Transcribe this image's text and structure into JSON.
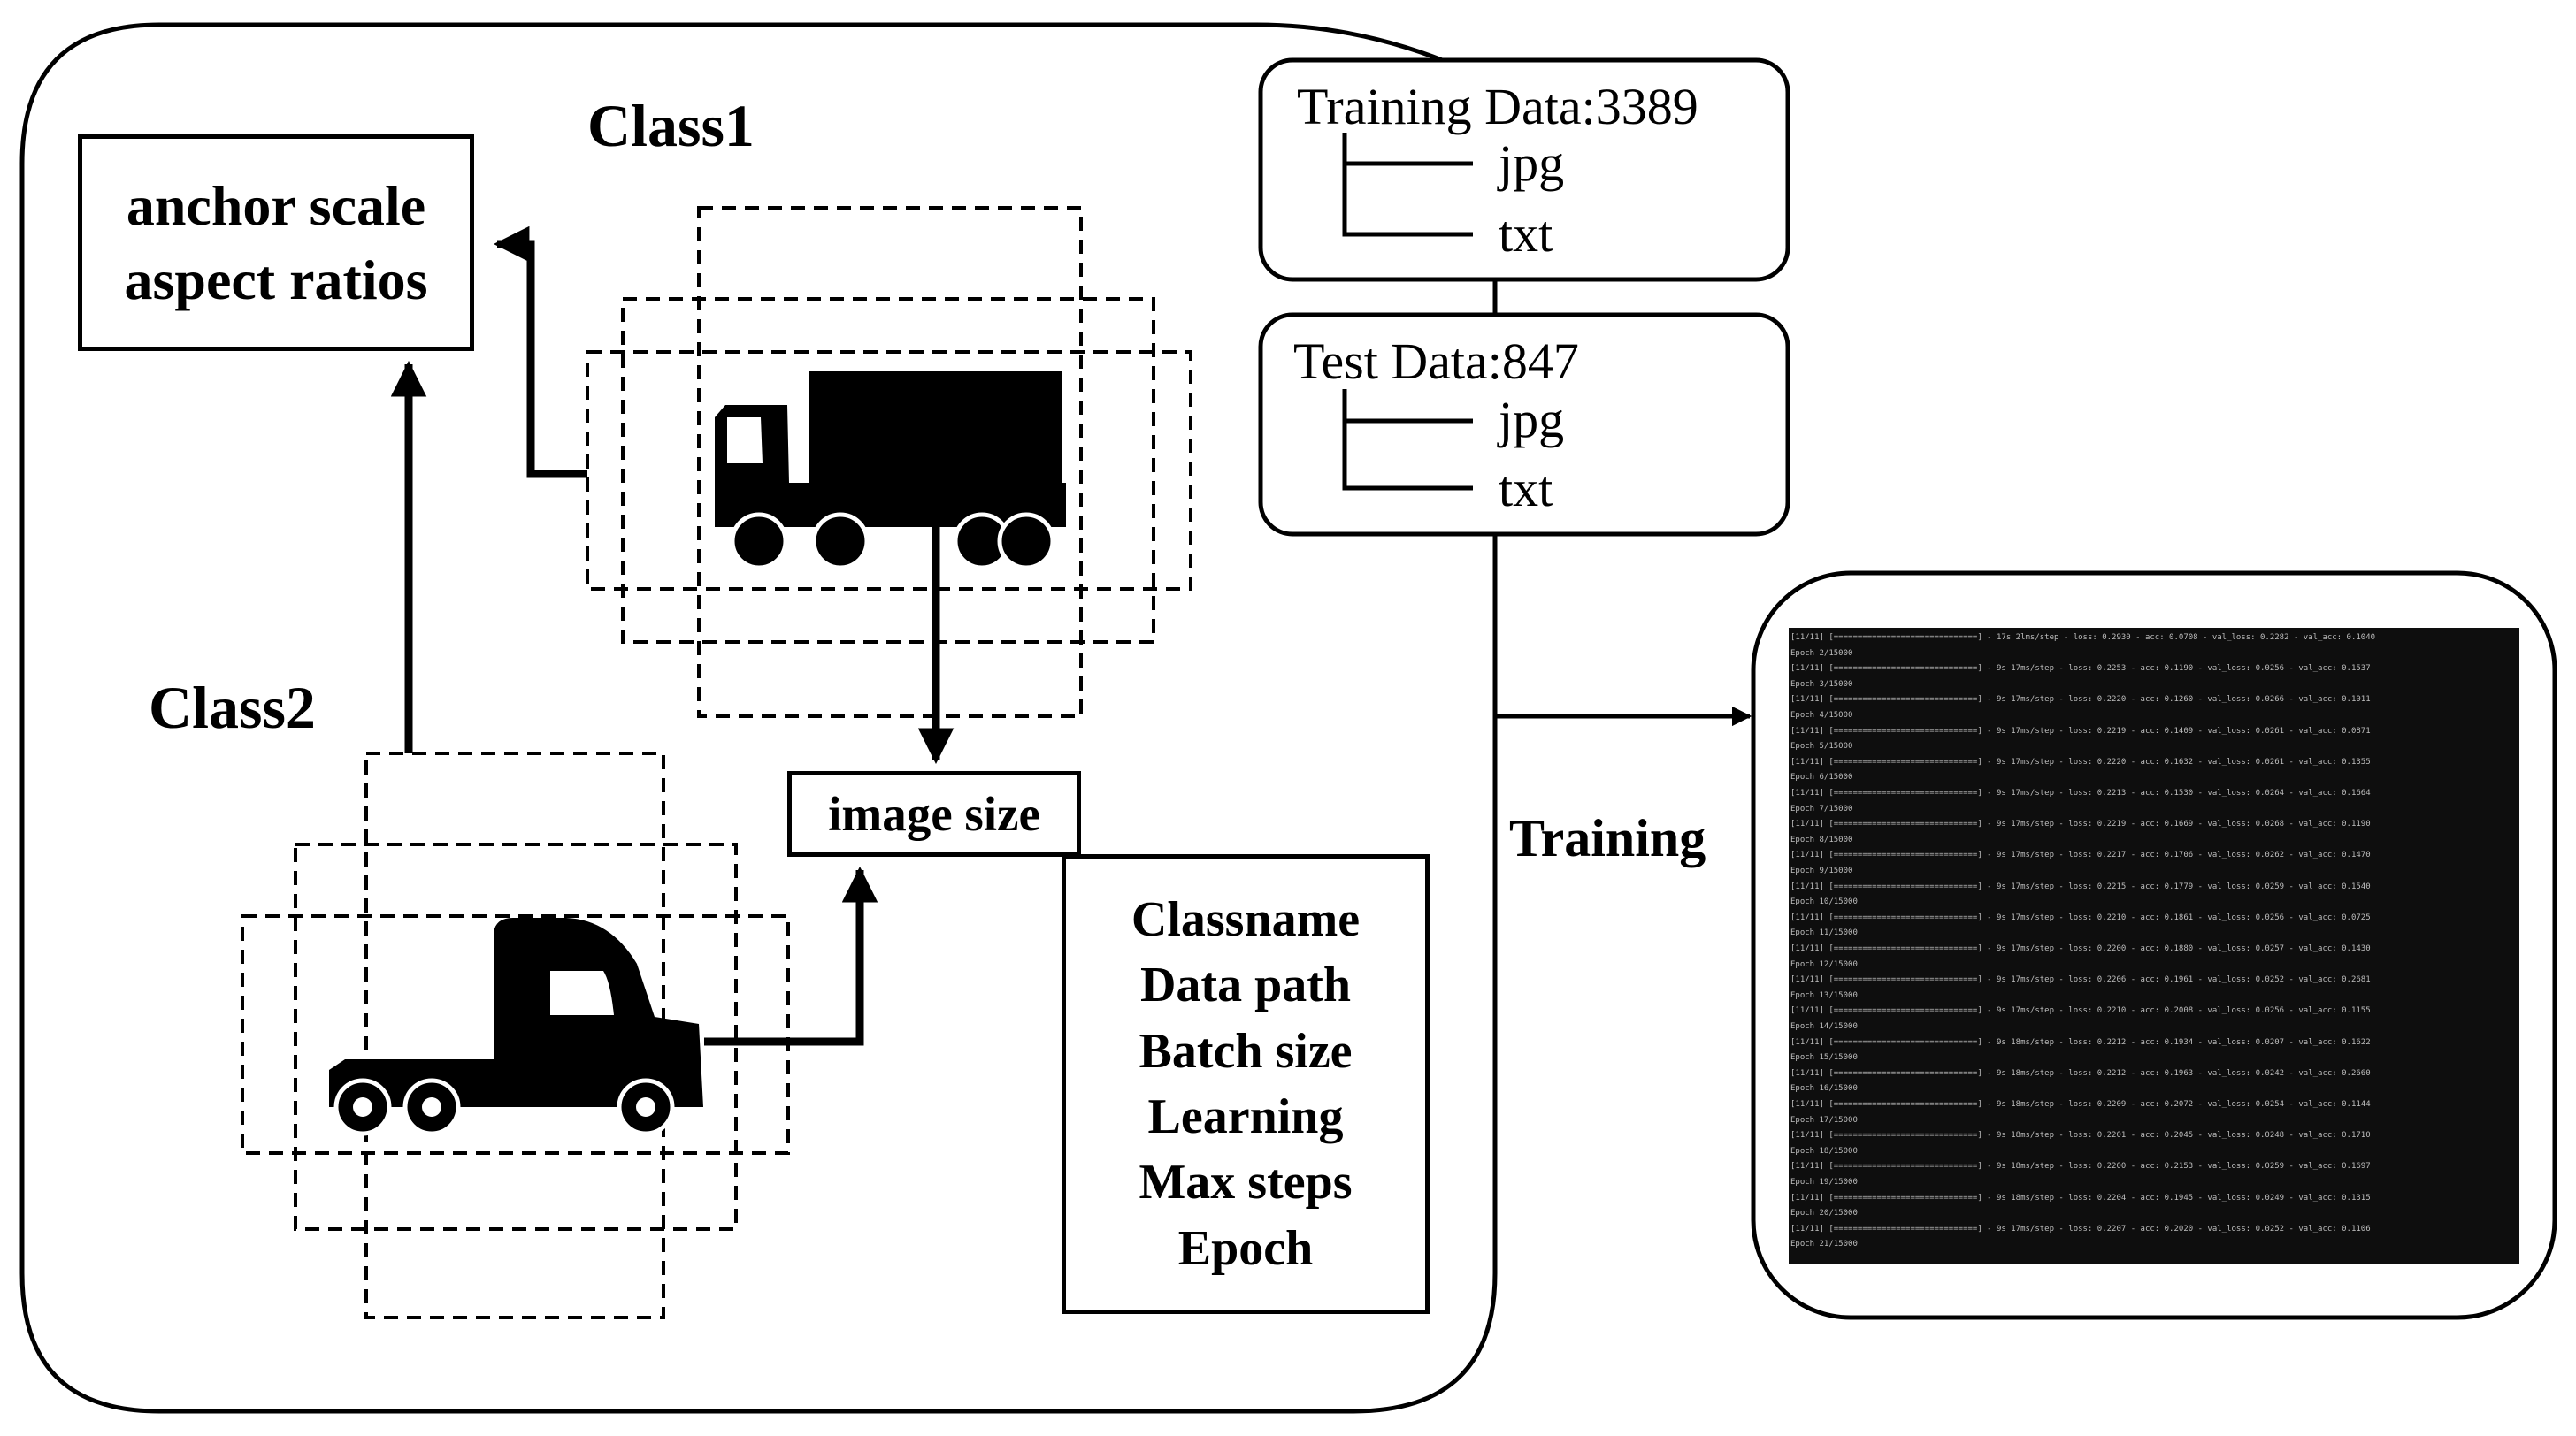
{
  "class1": "Class1",
  "class2": "Class2",
  "anchor_box": {
    "line1": "anchor scale",
    "line2": "aspect ratios"
  },
  "image_size": "image size",
  "params": [
    "Classname",
    "Data path",
    "Batch size",
    "Learning",
    "Max steps",
    "Epoch"
  ],
  "training_data": {
    "title": "Training Data:3389",
    "files": [
      "jpg",
      "txt"
    ]
  },
  "test_data": {
    "title": "Test Data:847",
    "files": [
      "jpg",
      "txt"
    ]
  },
  "training_label": "Training",
  "terminal_lines": [
    "[11/11] [==============================] - 17s 2lms/step - loss: 0.2930 - acc: 0.0708 - val_loss: 0.2282 - val_acc: 0.1040",
    "Epoch 2/15000",
    "[11/11] [==============================] - 9s 17ms/step - loss: 0.2253 - acc: 0.1190 - val_loss: 0.0256 - val_acc: 0.1537",
    "Epoch 3/15000",
    "[11/11] [==============================] - 9s 17ms/step - loss: 0.2220 - acc: 0.1260 - val_loss: 0.0266 - val_acc: 0.1011",
    "Epoch 4/15000",
    "[11/11] [==============================] - 9s 17ms/step - loss: 0.2219 - acc: 0.1409 - val_loss: 0.0261 - val_acc: 0.0871",
    "Epoch 5/15000",
    "[11/11] [==============================] - 9s 17ms/step - loss: 0.2220 - acc: 0.1632 - val_loss: 0.0261 - val_acc: 0.1355",
    "Epoch 6/15000",
    "[11/11] [==============================] - 9s 17ms/step - loss: 0.2213 - acc: 0.1530 - val_loss: 0.0264 - val_acc: 0.1664",
    "Epoch 7/15000",
    "[11/11] [==============================] - 9s 17ms/step - loss: 0.2219 - acc: 0.1669 - val_loss: 0.0268 - val_acc: 0.1190",
    "Epoch 8/15000",
    "[11/11] [==============================] - 9s 17ms/step - loss: 0.2217 - acc: 0.1706 - val_loss: 0.0262 - val_acc: 0.1470",
    "Epoch 9/15000",
    "[11/11] [==============================] - 9s 17ms/step - loss: 0.2215 - acc: 0.1779 - val_loss: 0.0259 - val_acc: 0.1540",
    "Epoch 10/15000",
    "[11/11] [==============================] - 9s 17ms/step - loss: 0.2210 - acc: 0.1861 - val_loss: 0.0256 - val_acc: 0.0725",
    "Epoch 11/15000",
    "[11/11] [==============================] - 9s 17ms/step - loss: 0.2200 - acc: 0.1880 - val_loss: 0.0257 - val_acc: 0.1430",
    "Epoch 12/15000",
    "[11/11] [==============================] - 9s 17ms/step - loss: 0.2206 - acc: 0.1961 - val_loss: 0.0252 - val_acc: 0.2681",
    "Epoch 13/15000",
    "[11/11] [==============================] - 9s 17ms/step - loss: 0.2210 - acc: 0.2008 - val_loss: 0.0256 - val_acc: 0.1155",
    "Epoch 14/15000",
    "[11/11] [==============================] - 9s 18ms/step - loss: 0.2212 - acc: 0.1934 - val_loss: 0.0207 - val_acc: 0.1622",
    "Epoch 15/15000",
    "[11/11] [==============================] - 9s 18ms/step - loss: 0.2212 - acc: 0.1963 - val_loss: 0.0242 - val_acc: 0.2660",
    "Epoch 16/15000",
    "[11/11] [==============================] - 9s 18ms/step - loss: 0.2209 - acc: 0.2072 - val_loss: 0.0254 - val_acc: 0.1144",
    "Epoch 17/15000",
    "[11/11] [==============================] - 9s 18ms/step - loss: 0.2201 - acc: 0.2045 - val_loss: 0.0248 - val_acc: 0.1710",
    "Epoch 18/15000",
    "[11/11] [==============================] - 9s 18ms/step - loss: 0.2200 - acc: 0.2153 - val_loss: 0.0259 - val_acc: 0.1697",
    "Epoch 19/15000",
    "[11/11] [==============================] - 9s 18ms/step - loss: 0.2204 - acc: 0.1945 - val_loss: 0.0249 - val_acc: 0.1315",
    "Epoch 20/15000",
    "[11/11] [==============================] - 9s 17ms/step - loss: 0.2207 - acc: 0.2020 - val_loss: 0.0252 - val_acc: 0.1106",
    "Epoch 21/15000"
  ]
}
